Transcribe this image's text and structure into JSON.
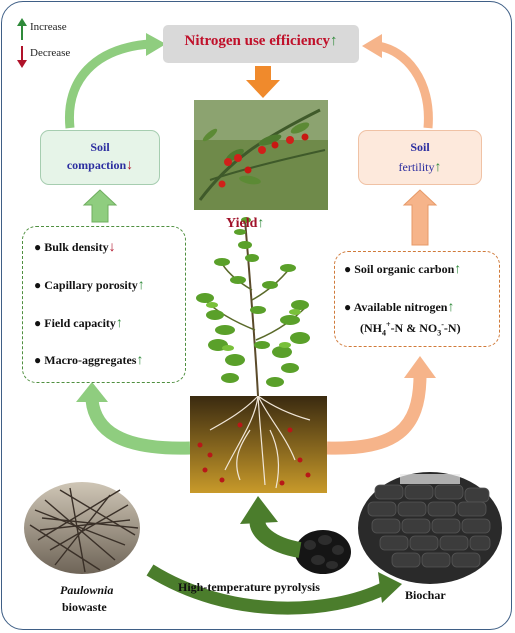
{
  "legend": {
    "increase": "Increase",
    "decrease": "Decrease"
  },
  "top": {
    "title": "Nitrogen use efficiency",
    "arrow": "↑"
  },
  "compaction": {
    "line1": "Soil",
    "line2": "compaction",
    "arrow": "↓"
  },
  "fertility": {
    "line1": "Soil",
    "line2": "fertility",
    "arrow": "↑"
  },
  "yield": {
    "label": "Yield",
    "arrow": "↑"
  },
  "physical": {
    "items": [
      {
        "label": "Bulk density",
        "arrow": "↓"
      },
      {
        "label": "Capillary porosity",
        "arrow": "↑"
      },
      {
        "label": "Field capacity",
        "arrow": "↑"
      },
      {
        "label": "Macro-aggregates",
        "arrow": "↑"
      }
    ]
  },
  "chemical": {
    "item1": {
      "label": "Soil organic carbon",
      "arrow": "↑"
    },
    "item2": {
      "label": "Available nitrogen",
      "arrow": "↑"
    },
    "ammonium_base": "NH",
    "ammonium_sub": "4",
    "ammonium_sup": "+",
    "ammonium_tail": "-N & NO",
    "nitrate_sub": "3",
    "nitrate_sup": "-",
    "nitrate_tail": "-N)",
    "open_paren": "("
  },
  "bottom": {
    "paulownia": "Paulownia",
    "biowaste": "biowaste",
    "process": "High-temperature pyrolysis",
    "biochar": "Biochar"
  },
  "colors": {
    "green": "#2f8a3a",
    "red": "#b0122a",
    "blue": "#2c2ea0",
    "title_red": "#c0102a",
    "compaction_fill": "#e6f4e8",
    "fertility_fill": "#fde9dc",
    "title_box_fill": "#d9d9d9",
    "dashed_green": "#4f8f3f",
    "dashed_orange": "#d07a3a",
    "arrow_green": "#8fcd7f",
    "arrow_orange": "#f6b48a",
    "arrow_dark_orange": "#f08a2c",
    "arrow_dark_green": "#4b7d2c"
  }
}
